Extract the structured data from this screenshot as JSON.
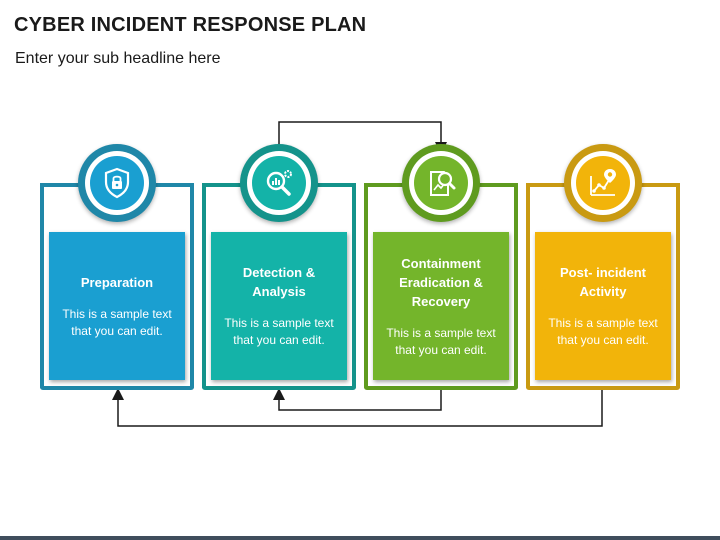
{
  "header": {
    "title": "CYBER INCIDENT RESPONSE PLAN",
    "subtitle": "Enter your sub headline here"
  },
  "steps": [
    {
      "title": "Preparation",
      "text": "This is a sample text\nthat you can edit.",
      "icon": "shield-lock-icon",
      "color": "#1a9fd1",
      "frame_color": "#1f87a8"
    },
    {
      "title": "Detection &\nAnalysis",
      "text": "This is a sample text\nthat you can edit.",
      "icon": "magnifier-gear-icon",
      "color": "#14b3a8",
      "frame_color": "#14938b"
    },
    {
      "title": "Containment\nEradication &\nRecovery",
      "text": "This is a sample text\nthat you can edit.",
      "icon": "document-magnifier-icon",
      "color": "#74b52b",
      "frame_color": "#5f9b1f"
    },
    {
      "title": "Post- incident\nActivity",
      "text": "This is a sample text\nthat you can edit.",
      "icon": "location-graph-icon",
      "color": "#f2b40a",
      "frame_color": "#c99a12"
    }
  ]
}
